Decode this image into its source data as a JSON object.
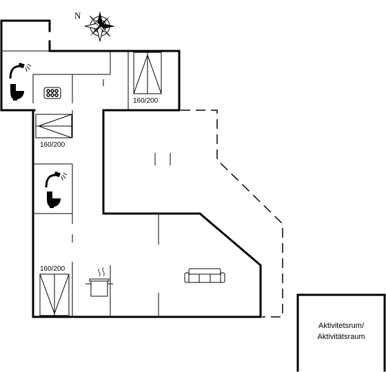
{
  "compass": {
    "north_label": "N"
  },
  "beds": [
    {
      "label": "160/200"
    },
    {
      "label": "160/200"
    },
    {
      "label": "160/200"
    }
  ],
  "annex": {
    "label_line1": "Aktivitetsrum/",
    "label_line2": "Aktivitätsraum"
  },
  "icons": [
    "compass-rose-icon",
    "shower-icon",
    "toilet-icon",
    "hob-icon",
    "cooking-pot-icon",
    "sofa-icon"
  ]
}
